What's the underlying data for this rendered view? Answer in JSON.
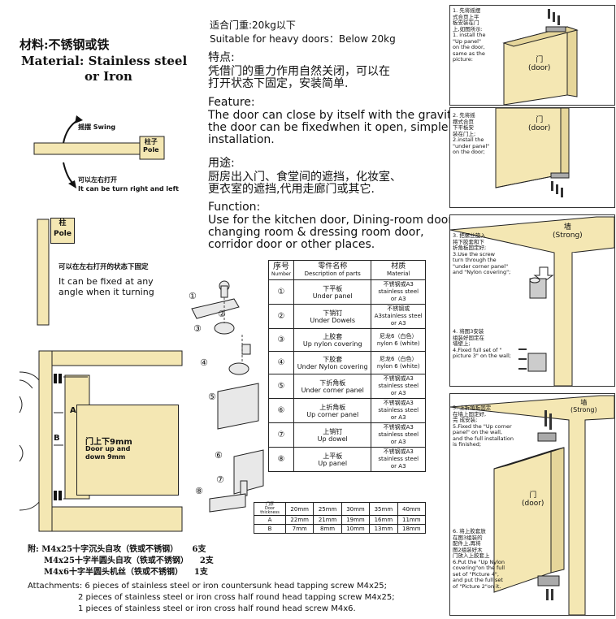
{
  "material": {
    "cn": "材料:不锈钢或铁",
    "en1": "Material: Stainless steel",
    "en2": "or Iron"
  },
  "weight": {
    "cn": "适合门重:20kg以下",
    "en": "Suitable for heavy doors：Below 20kg"
  },
  "feature": {
    "cn_title": "特点:",
    "cn_line1": "凭借门的重力作用自然关闭，可以在",
    "cn_line2": "打开状态下固定，安装简单.",
    "en_title": "Feature:",
    "en_line1": "The door can close by itself with the gravity,",
    "en_line2": "the door can be fixedwhen it open, simple",
    "en_line3": "installation."
  },
  "function": {
    "cn_title": "用途:",
    "cn_line1": "厨房出入门、食堂间的遮挡，化妆室、",
    "cn_line2": "更衣室的遮挡,代用走廊门或其它.",
    "en_title": "Function:",
    "en_line1": "Use for the kitchen door, Dining-room door,",
    "en_line2": "changing room & dressing room door,",
    "en_line3": "corridor door or other places."
  },
  "swing": {
    "cn": "摇摆",
    "en": "Swing",
    "pole_cn": "柱子",
    "pole_en": "Pole",
    "turn_cn": "可以左右打开",
    "turn_en": "It can be turn right and left"
  },
  "fixed": {
    "pole_cn": "柱",
    "pole_en": "Pole",
    "cn": "可以在左右打开的状态下固定",
    "en1": "It can be fixed at any",
    "en2": "angle when it turning"
  },
  "side": {
    "a": "A",
    "b": "B",
    "door_cn": "门上下9mm",
    "door_en1": "Door up and",
    "door_en2": "down 9mm"
  },
  "parts_table": {
    "headers": [
      {
        "cn": "序号",
        "en": "Number"
      },
      {
        "cn": "零件名称",
        "en": "Description of parts"
      },
      {
        "cn": "材质",
        "en": "Material"
      }
    ],
    "rows": [
      {
        "num": "①",
        "cn": "下平板",
        "en": "Under panel",
        "m1": "不锈钢或A3",
        "m2": "stainless steel",
        "m3": "or A3"
      },
      {
        "num": "②",
        "cn": "下销钉",
        "en": "Under Dowels",
        "m1": "不锈钢或",
        "m2": "A3stainless steel",
        "m3": "or A3"
      },
      {
        "num": "③",
        "cn": "上胶套",
        "en": "Up nylon covering",
        "m1": "尼龙6（白色）",
        "m2": "nylon 6  (white)",
        "m3": ""
      },
      {
        "num": "④",
        "cn": "下胶套",
        "en": "Under Nylon covering",
        "m1": "尼龙6（白色）",
        "m2": "nylon 6  (white)",
        "m3": ""
      },
      {
        "num": "⑤",
        "cn": "下折角板",
        "en": "Under corner panel",
        "m1": "不锈钢或A3",
        "m2": "stainless steel",
        "m3": "or A3"
      },
      {
        "num": "⑥",
        "cn": "上折角板",
        "en": "Up corner panel",
        "m1": "不锈钢或A3",
        "m2": "stainless steel",
        "m3": "or A3"
      },
      {
        "num": "⑦",
        "cn": "上销钉",
        "en": "Up dowel",
        "m1": "不锈钢或A3",
        "m2": "stainless steel",
        "m3": "or A3"
      },
      {
        "num": "⑧",
        "cn": "上平板",
        "en": "Up panel",
        "m1": "不锈钢或A3",
        "m2": "stainless steel",
        "m3": "or A3"
      }
    ]
  },
  "dims_table": {
    "header_cn": "门厚",
    "header_en": "Door thickness",
    "cols": [
      "20mm",
      "25mm",
      "30mm",
      "35mm",
      "40mm"
    ],
    "rows": [
      {
        "label": "A",
        "values": [
          "22mm",
          "21mm",
          "19mm",
          "16mm",
          "11mm"
        ]
      },
      {
        "label": "B",
        "values": [
          "7mm",
          "8mm",
          "10mm",
          "13mm",
          "18mm"
        ]
      }
    ]
  },
  "diagram_numbers": [
    "①",
    "②",
    "③",
    "④",
    "⑤",
    "⑥",
    "⑦",
    "⑧"
  ],
  "attachments_cn": {
    "label": "附:",
    "line1": "M4x25十字沉头自攻（铁或不锈钢）",
    "qty1": "6支",
    "line2": "M4x25十字半圆头自攻（铁或不锈钢）",
    "qty2": "2支",
    "line3": "M4x6十字半圆头机丝（铁或不锈钢）",
    "qty3": "1支"
  },
  "attachments_en": {
    "line1": "Attachments: 6 pieces of stainless steel or iron countersunk head tapping screw M4x25;",
    "line2": "2 pieces of stainless steel or iron cross half round head tapping screw M4x25;",
    "line3": "1 pieces of stainless steel or iron cross half round head screw M4x6."
  },
  "steps": {
    "door": {
      "cn": "门",
      "en": "(door)"
    },
    "wall": {
      "cn": "墙",
      "en": "(Strong)"
    },
    "s1": [
      "1. 先将摇摆",
      "式合页上平",
      "板安装在门",
      "上,如图所示:",
      "1. install the",
      "\"Up panel\"",
      "on the door,",
      "same as the",
      "picture:"
    ],
    "s2": [
      "2. 先将摇",
      "摆式合页",
      "下平板安",
      "装在门上;",
      "2.install the",
      "\"under panel\"",
      "on the door;"
    ],
    "s3": [
      "3. 把螺丝旋入",
      "将下胶套和下",
      "折角板固定好;",
      "3.Use the screw",
      "turn through the",
      "\"under corner panel\"",
      "and \"Nylon covering\";"
    ],
    "s4": [
      "4. 将图3安装",
      "组装好固定在",
      "墙壁上;",
      "4.Fixed full set of \"",
      "picture 3\" on the wall;"
    ],
    "s5": [
      "5. 上折角板固定",
      "在墙上固定好,",
      "完 成安装;",
      "5.Fixed the \"Up corner",
      "panel\" on the wall,",
      "and the full installation",
      "is finished;"
    ],
    "s6": [
      "6. 将上胶套放",
      "在图3组装的",
      "配件上,再将",
      "图2组装好木",
      "门放入上胶套上",
      "6.Put the \"Up Nylon",
      "covering\"on the full",
      "set of \"Picture 4\",",
      "and put the full set",
      "of \"Picture 2\"on it."
    ]
  }
}
